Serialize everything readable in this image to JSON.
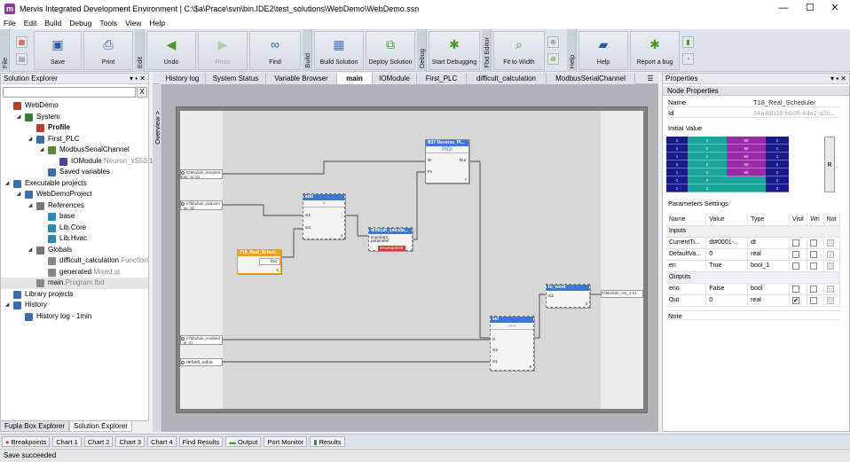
{
  "window": {
    "title": "Mervis Integrated Development Environment | C:\\$a\\Prace\\svn\\bin.IDE2\\test_solutions\\WebDemo\\WebDemo.ssn",
    "app_icon": "m",
    "controls": [
      "—",
      "☐",
      "✕"
    ]
  },
  "menu": [
    "File",
    "Edit",
    "Build",
    "Debug",
    "Tools",
    "View",
    "Help"
  ],
  "ribbon": {
    "groups": [
      "File",
      "Edit",
      "Build",
      "Debug",
      "Fbd Editor",
      "Help"
    ],
    "buttons": {
      "save": "Save",
      "print": "Print",
      "undo": "Undo",
      "redo": "Redo",
      "find": "Find",
      "build_solution": "Build Solution",
      "deploy_solution": "Deploy Solution",
      "start_debugging": "Start Debugging",
      "fit_to_width": "Fit to Width",
      "help": "Help",
      "report_bug": "Report a bug"
    }
  },
  "solution_explorer": {
    "title": "Solution Explorer",
    "controls": "▾ ▪ ✕",
    "clear": "X",
    "tree": [
      {
        "label": "WebDemo",
        "sub": "",
        "indent": 0,
        "arrow": "",
        "color": "#c0392b",
        "bold": false
      },
      {
        "label": "System",
        "sub": "",
        "indent": 1,
        "arrow": "◢",
        "color": "#3a7a3a",
        "bold": false
      },
      {
        "label": "Profile",
        "sub": "",
        "indent": 2,
        "arrow": "",
        "color": "#c0392b",
        "bold": true
      },
      {
        "label": "First_PLC",
        "sub": "",
        "indent": 2,
        "arrow": "◢",
        "color": "#3b6db0",
        "bold": false
      },
      {
        "label": "ModbusSerialChannel",
        "sub": "",
        "indent": 3,
        "arrow": "◢",
        "color": "#5a8a3a",
        "bold": false
      },
      {
        "label": "IOModule",
        "sub": ".Neuron_xS50.1.0.v",
        "indent": 4,
        "arrow": "",
        "color": "#4a4a8a",
        "bold": false
      },
      {
        "label": "Saved variables",
        "sub": "",
        "indent": 3,
        "arrow": "",
        "color": "#3b6db0",
        "bold": false
      },
      {
        "label": "Executable projects",
        "sub": "",
        "indent": 0,
        "arrow": "◢",
        "color": "#3b6db0",
        "bold": false
      },
      {
        "label": "WebDemoProject",
        "sub": "",
        "indent": 1,
        "arrow": "◢",
        "color": "#3b6db0",
        "bold": false
      },
      {
        "label": "References",
        "sub": "",
        "indent": 2,
        "arrow": "◢",
        "color": "#777777",
        "bold": false
      },
      {
        "label": "base",
        "sub": "",
        "indent": 3,
        "arrow": "",
        "color": "#2a8ab0",
        "bold": false
      },
      {
        "label": "Lib.Core",
        "sub": "",
        "indent": 3,
        "arrow": "",
        "color": "#2a8ab0",
        "bold": false
      },
      {
        "label": "Lib.Hvac",
        "sub": "",
        "indent": 3,
        "arrow": "",
        "color": "#2a8ab0",
        "bold": false
      },
      {
        "label": "Globals",
        "sub": "",
        "indent": 2,
        "arrow": "◢",
        "color": "#777777",
        "bold": false
      },
      {
        "label": "difficult_calculation",
        "sub": ".Function",
        "indent": 3,
        "arrow": "",
        "color": "#888888",
        "bold": false
      },
      {
        "label": "generated",
        "sub": ".Mixed.st",
        "indent": 3,
        "arrow": "",
        "color": "#888888",
        "bold": false
      },
      {
        "label": "main",
        "sub": ".Program.fbd",
        "indent": 2,
        "arrow": "",
        "color": "#888888",
        "bold": false,
        "selected": true
      },
      {
        "label": "Library projects",
        "sub": "",
        "indent": 0,
        "arrow": "",
        "color": "#3b6db0",
        "bold": false
      },
      {
        "label": "History",
        "sub": "",
        "indent": 0,
        "arrow": "◢",
        "color": "#3b6db0",
        "bold": false
      },
      {
        "label": "History log - 1min",
        "sub": "",
        "indent": 1,
        "arrow": "",
        "color": "#3b6db0",
        "bold": false
      }
    ],
    "bottom_tabs": [
      "Fupla Box Explorer",
      "Solution Explorer"
    ]
  },
  "doc_tabs": [
    {
      "label": "History log",
      "active": false
    },
    {
      "label": "System Status",
      "active": false
    },
    {
      "label": "Variable Browser",
      "active": false
    },
    {
      "label": "main",
      "active": true
    },
    {
      "label": "IOModule",
      "active": false
    },
    {
      "label": "First_PLC",
      "active": false
    },
    {
      "label": "difficult_calculation",
      "active": false
    },
    {
      "label": "ModbusSerialChannel",
      "active": false
    }
  ],
  "doc_tabs_menu": "☰",
  "overview_label": "Overview  >",
  "fbd": {
    "inputs": [
      "IOModule_tempera ture_ai_01",
      "IOModule_setpoint _ao_01",
      "IOModule_enabled _di_01",
      "default_value"
    ],
    "output": "IOModule_AO_1.01",
    "blocks": {
      "pid": {
        "title": "B37 Reverse_PI...",
        "symbol": "PID\\",
        "pins": [
          "W",
          "Out",
          "Pv"
        ],
        "num": "7"
      },
      "add": {
        "title": "add",
        "symbol": "+",
        "pins": [
          "in1",
          "in2"
        ],
        "num": "4"
      },
      "calc": {
        "title": "difficult_calcula...",
        "pins": [
          "important_ parameter"
        ],
        "badge": "Development"
      },
      "sched": {
        "title": "T18_Real_Sched...",
        "pins": [
          "Out"
        ],
        "num": "0"
      },
      "toword": {
        "title": "to_word",
        "pins": [
          "in1"
        ],
        "num": "3"
      },
      "sel": {
        "title": "sel",
        "symbol": "⇒⇒",
        "pins": [
          "G",
          "in2",
          "in1"
        ],
        "num": "5"
      }
    }
  },
  "properties": {
    "title": "Properties",
    "controls": "▾ ▪ ✕",
    "node_props": "Node Properties",
    "rows": [
      {
        "k": "Name",
        "v": "T18_Real_Scheduler"
      },
      {
        "k": "Id",
        "v": "14a4db16-b608-4da7-a2c..."
      }
    ],
    "initial_value": "Initial Value",
    "schedule": [
      [
        "1",
        "2",
        "50",
        "1"
      ],
      [
        "1",
        "2",
        "50",
        "1"
      ],
      [
        "1",
        "2",
        "50",
        "1"
      ],
      [
        "1",
        "2",
        "50",
        "1"
      ],
      [
        "1",
        "2",
        "50",
        "1"
      ],
      [
        "1",
        "2",
        "",
        "1"
      ],
      [
        "1",
        "2",
        "",
        "1"
      ]
    ],
    "r_button": "R",
    "params_title": "Parameters Settings",
    "headers": [
      "Name",
      "Value",
      "Type",
      "Visil",
      "Wri",
      "Not"
    ],
    "groups": {
      "inputs": "Inputs",
      "outputs": "Outputs"
    },
    "inputs": [
      {
        "name": "CurrentTi...",
        "value": "dt#0001-...",
        "type": "dt"
      },
      {
        "name": "DefaultVa...",
        "value": "0",
        "type": "real"
      },
      {
        "name": "en",
        "value": "True",
        "type": "bool_1"
      }
    ],
    "outputs": [
      {
        "name": "eno",
        "value": "False",
        "type": "bool"
      },
      {
        "name": "Out",
        "value": "0",
        "type": "real"
      }
    ],
    "note": "Note"
  },
  "bottom_tabs": [
    "Breakpoints",
    "Chart 1",
    "Chart 2",
    "Chart 3",
    "Chart 4",
    "Find Results",
    "Output",
    "Port Monitor",
    "Results"
  ],
  "status": "Save succeeded"
}
